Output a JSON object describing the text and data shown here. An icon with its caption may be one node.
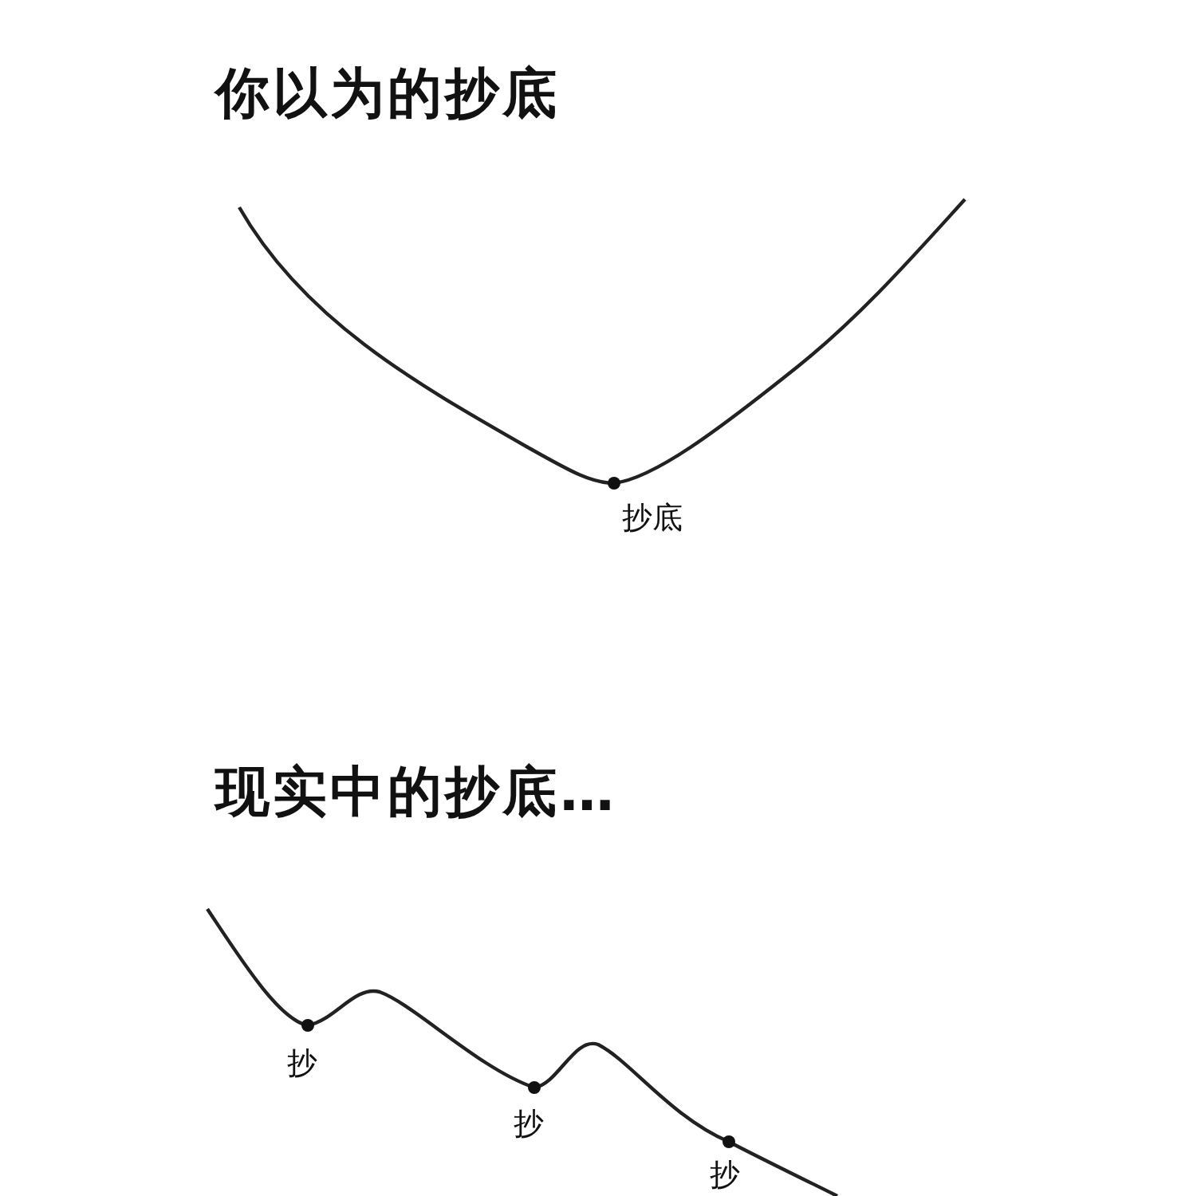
{
  "diagram": {
    "labels": [
      "你以为的抄底",
      "抄底",
      "现实中的抄底…",
      "抄",
      "抄",
      "抄"
    ]
  }
}
